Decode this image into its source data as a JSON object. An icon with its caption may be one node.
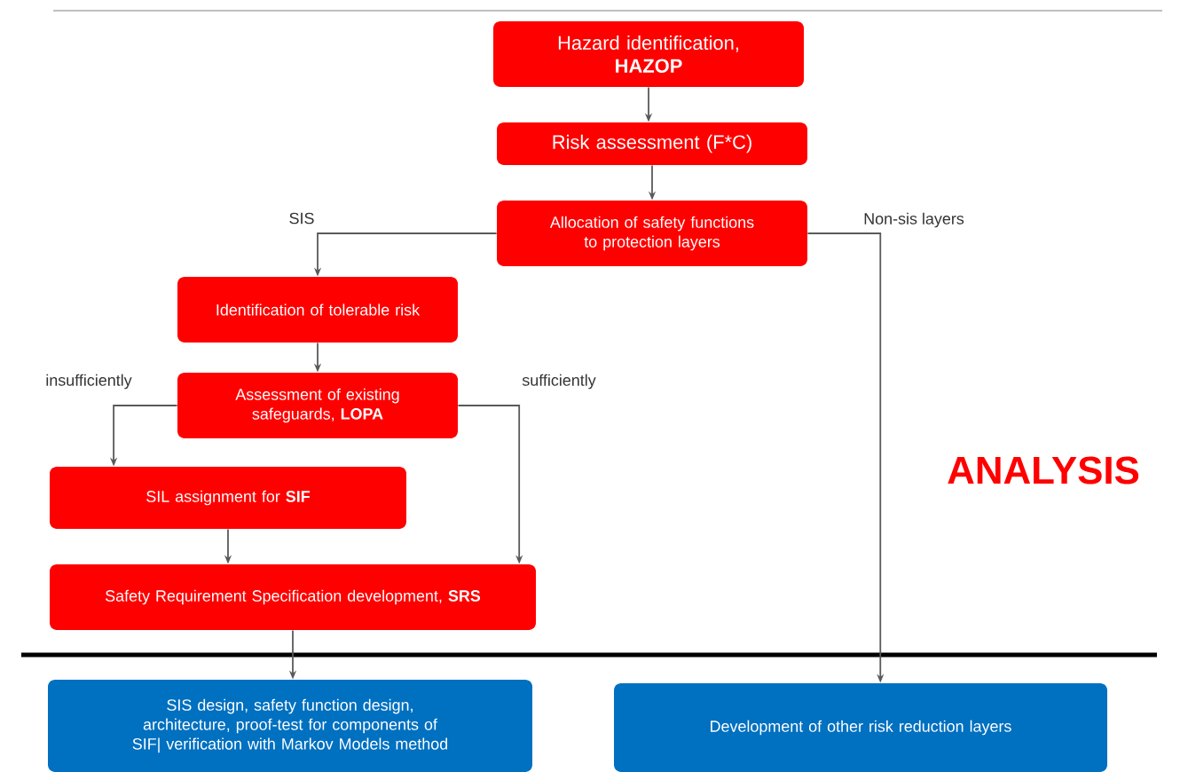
{
  "diagram": {
    "nodes": [
      {
        "text": [
          "Hazard identification, **HAZOP**"
        ]
      },
      {
        "text": [
          "Risk assessment (F*C)"
        ]
      },
      {
        "text": [
          "Allocation of safety functions to protection layers"
        ]
      },
      {
        "text": [
          "Identification of tolerable risk"
        ]
      },
      {
        "text": [
          "Assessment of existing safeguards, **LOPA**"
        ]
      },
      {
        "text": [
          "SIL assignment for **SIF**"
        ]
      },
      {
        "text": [
          "Safety Requirement Specification development, **SRS**"
        ]
      },
      {
        "text": [
          "SIS design, safety function design, architecture, proof-test for components of SIF| verification with Markov Models method"
        ]
      },
      {
        "text": [
          "Development of other risk reduction layers"
        ]
      }
    ],
    "edges": [
      {
        "from": 0,
        "to": 1,
        "arrow": "to"
      },
      {
        "from": 1,
        "to": 2,
        "arrow": "to"
      },
      {
        "from": 2,
        "to": 3,
        "arrow": "to",
        "label": "SIS"
      },
      {
        "from": 2,
        "to": 8,
        "arrow": "to",
        "label": "Non-sis layers"
      },
      {
        "from": 3,
        "to": 4,
        "arrow": "to"
      },
      {
        "from": 4,
        "to": 5,
        "arrow": "to",
        "label": "insufficiently"
      },
      {
        "from": 4,
        "to": 6,
        "arrow": "to",
        "label": "sufficiently"
      },
      {
        "from": 5,
        "to": 6,
        "arrow": "to"
      },
      {
        "from": 6,
        "to": 7,
        "arrow": "to"
      }
    ],
    "labels": [
      "ANALYSIS"
    ]
  }
}
